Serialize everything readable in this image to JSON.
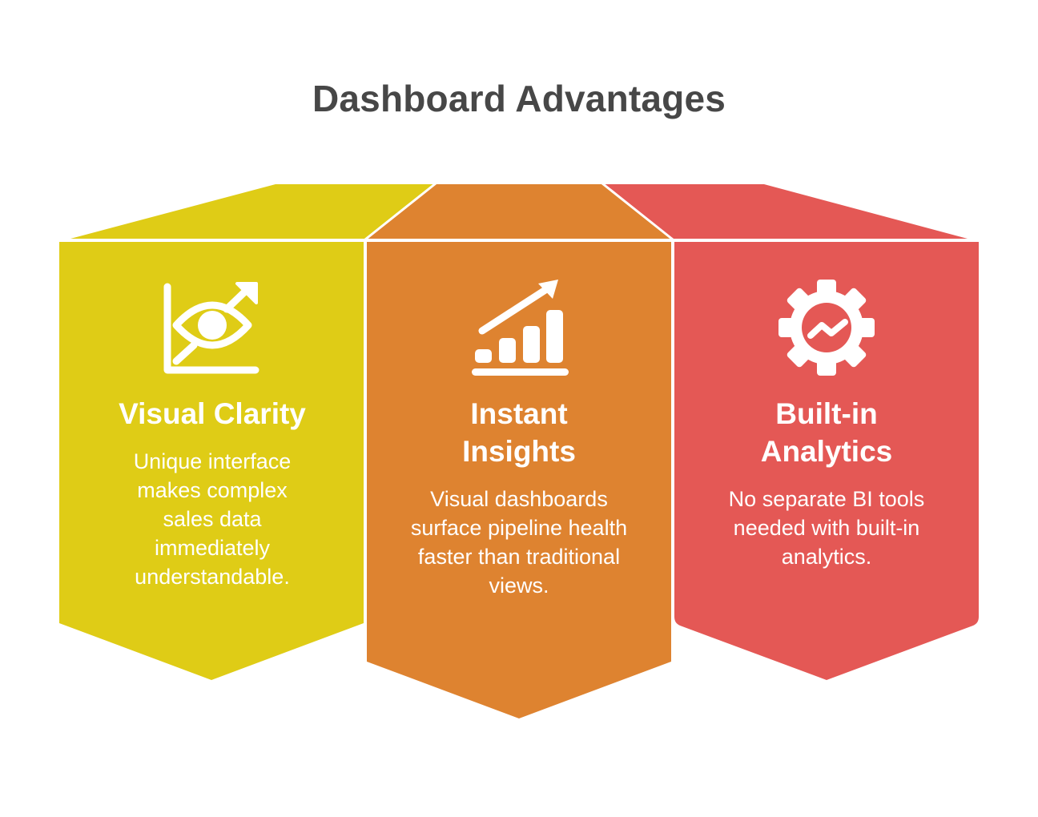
{
  "title": "Dashboard Advantages",
  "colors": {
    "title": "#474747",
    "yellow": "#DFCC16",
    "orange": "#DE8330",
    "red": "#E45855",
    "text": "#FFFFFF"
  },
  "panels": [
    {
      "title": "Visual Clarity",
      "description": "Unique interface makes complex sales data immediately understandable.",
      "icon": "eye-chart-icon",
      "color": "yellow"
    },
    {
      "title": "Instant Insights",
      "description": "Visual dashboards surface pipeline health faster than traditional views.",
      "icon": "growth-chart-icon",
      "color": "orange"
    },
    {
      "title": "Built-in Analytics",
      "description": "No separate BI tools needed with built-in analytics.",
      "icon": "analytics-gear-icon",
      "color": "red"
    }
  ]
}
